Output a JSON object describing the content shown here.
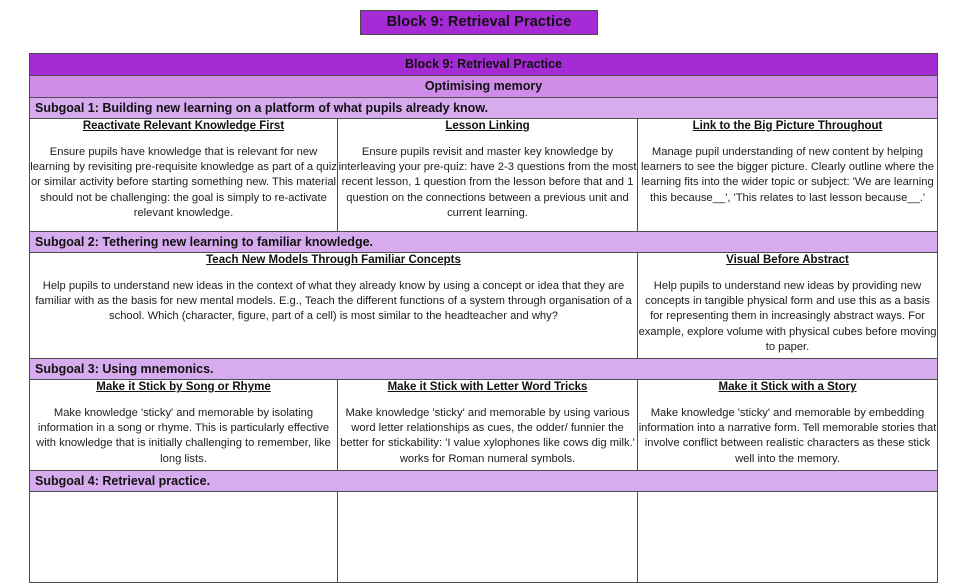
{
  "colors": {
    "badge_purple": "#a62bd6",
    "band_main": "#a52bd4",
    "band_sub": "#cf8ce8",
    "band_goal": "#d7acef",
    "border": "#4c4c4c"
  },
  "title_badge": "Block 9: Retrieval Practice",
  "table": {
    "main_header": "Block 9: Retrieval Practice",
    "sub_header": "Optimising memory",
    "sections": [
      {
        "goal": "Subgoal 1: Building new learning on a platform of what pupils already know.",
        "columns": 3,
        "cards": [
          {
            "title": "Reactivate Relevant Knowledge First",
            "body": "Ensure pupils have knowledge that is relevant for new learning by revisiting pre-requisite knowledge as part of a quiz or similar activity before starting something new. This material should not be challenging: the goal is simply to re-activate relevant knowledge."
          },
          {
            "title": "Lesson Linking",
            "body": "Ensure pupils revisit and master key knowledge by interleaving your pre-quiz: have 2-3 questions from the most recent lesson, 1 question from the lesson before that and 1 question on the connections between a previous unit and current learning."
          },
          {
            "title": "Link to the Big Picture Throughout",
            "body": "Manage pupil understanding of new content by helping learners to see the bigger picture. Clearly outline where the learning fits into the wider topic or subject: 'We are learning this because__', 'This relates to last lesson because__.'"
          }
        ]
      },
      {
        "goal": "Subgoal 2: Tethering new learning to familiar knowledge.",
        "columns": 2,
        "cards": [
          {
            "title": "Teach New Models Through Familiar Concepts",
            "body": "Help pupils to understand new ideas in the context of what they already know by using a concept or idea that they are familiar with as the basis for new mental models. E.g., Teach the different functions of a system through organisation of a school. Which (character, figure, part of a cell) is most similar to the headteacher and why?"
          },
          {
            "title": "Visual Before Abstract",
            "body": "Help pupils to understand new ideas by providing new concepts in tangible physical form and use this as a basis for representing them in increasingly abstract ways. For example, explore volume with physical cubes before moving to paper."
          }
        ]
      },
      {
        "goal": "Subgoal 3: Using mnemonics.",
        "columns": 3,
        "cards": [
          {
            "title": "Make it Stick by Song or Rhyme",
            "body": "Make knowledge 'sticky' and memorable by isolating information in a song or rhyme. This is particularly effective with knowledge that is initially challenging to remember, like long lists."
          },
          {
            "title": "Make it Stick with Letter Word Tricks",
            "body": "Make knowledge 'sticky' and memorable by using various word letter relationships as cues, the odder/ funnier the better for stickability: 'I value xylophones like cows dig milk.' works for Roman numeral symbols."
          },
          {
            "title": "Make it Stick with a Story",
            "body": "Make knowledge 'sticky' and memorable by embedding information into a narrative form. Tell memorable stories that involve conflict between realistic characters as these stick well into the memory."
          }
        ]
      },
      {
        "goal": "Subgoal 4: Retrieval practice.",
        "columns": 3,
        "cards": []
      }
    ]
  }
}
